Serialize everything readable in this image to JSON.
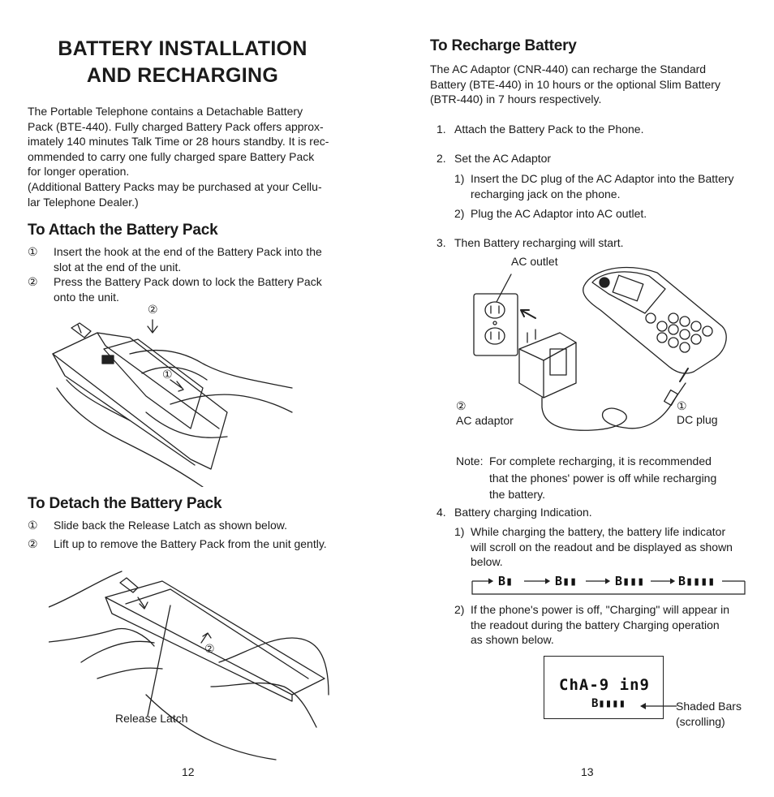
{
  "left_page": {
    "title_line1": "BATTERY INSTALLATION",
    "title_line2": "AND RECHARGING",
    "intro_lines": [
      "The Portable Telephone contains a Detachable Battery",
      "Pack (BTE-440). Fully charged Battery Pack offers approx-",
      "imately 140 minutes Talk Time or 28 hours standby. It is rec-",
      "ommended to carry one fully charged spare Battery Pack",
      "for longer operation.",
      "(Additional Battery Packs may be purchased at your Cellu-",
      "lar Telephone Dealer.)"
    ],
    "attach": {
      "heading": "To Attach the Battery Pack",
      "steps": [
        {
          "num": "①",
          "line1": "Insert the hook at the end of the Battery Pack into the",
          "line2": "slot at the end of the unit."
        },
        {
          "num": "②",
          "line1": "Press the Battery Pack down to lock the Battery Pack",
          "line2": "onto the unit."
        }
      ],
      "figure_marks": [
        "②",
        "①"
      ]
    },
    "detach": {
      "heading": "To Detach the Battery Pack",
      "steps": [
        {
          "num": "①",
          "text": "Slide back the Release Latch as shown below."
        },
        {
          "num": "②",
          "text": "Lift up to remove the Battery Pack from the unit gently."
        }
      ],
      "figure_mark": "②",
      "release_label": "Release Latch"
    },
    "page_number": "12"
  },
  "right_page": {
    "heading": "To Recharge Battery",
    "intro_lines": [
      "The AC Adaptor (CNR-440) can recharge the Standard",
      "Battery (BTE-440) in 10 hours or the optional Slim Battery",
      "(BTR-440) in 7 hours respectively."
    ],
    "step1": {
      "num": "1.",
      "text": "Attach the Battery Pack to the Phone."
    },
    "step2": {
      "num": "2.",
      "text": "Set the AC Adaptor",
      "sub": [
        {
          "num": "1)",
          "line1": "Insert the DC plug of the AC Adaptor into the Battery",
          "line2": "recharging jack on the phone."
        },
        {
          "num": "2)",
          "line1": "Plug the AC Adaptor into AC outlet.",
          "line2": ""
        }
      ]
    },
    "step3": {
      "num": "3.",
      "text": "Then Battery recharging will start."
    },
    "figure": {
      "ac_outlet": "AC outlet",
      "adaptor_num": "②",
      "ac_adaptor": "AC adaptor",
      "plug_num": "①",
      "dc_plug": "DC plug"
    },
    "note": {
      "label": "Note:",
      "line1": "For complete recharging, it is recommended",
      "line2": "that the phones' power is off while recharging",
      "line3": "the battery."
    },
    "step4": {
      "num": "4.",
      "text": "Battery charging Indication.",
      "sub1": {
        "num": "1)",
        "lines": [
          "While charging the battery, the battery life indicator",
          "will scroll on the readout and be displayed as shown",
          "below."
        ]
      },
      "sequence": [
        "B▮",
        "B▮▮",
        "B▮▮▮",
        "B▮▮▮▮"
      ],
      "sub2": {
        "num": "2)",
        "lines": [
          "If the phone's power is off, \"Charging\" will appear in",
          "the readout during the battery Charging operation",
          "as shown below."
        ]
      }
    },
    "display": {
      "line1": "ChA-9 in9",
      "line2": "B▮▮▮▮",
      "caption1": "Shaded Bars",
      "caption2": "(scrolling)"
    },
    "page_number": "13"
  }
}
